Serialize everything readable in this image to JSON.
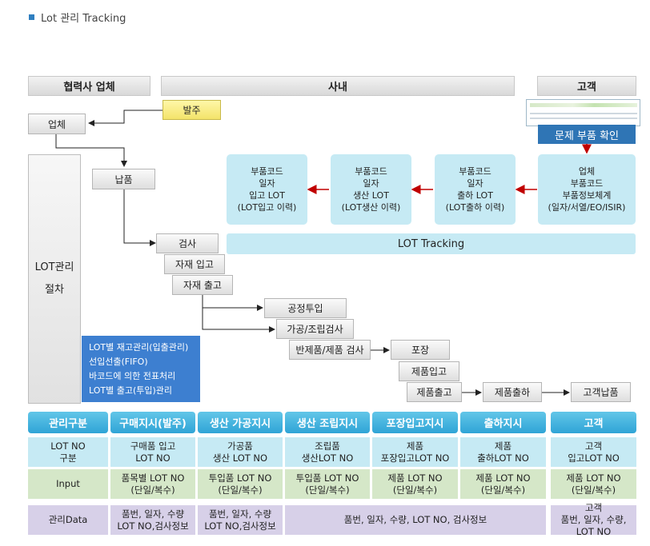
{
  "title": "Lot 관리 Tracking",
  "headers": {
    "partner": "협력사 업체",
    "internal": "사내",
    "customer": "고객"
  },
  "flow": {
    "order": "발주",
    "vendor": "업체",
    "delivery": "납품",
    "inspection": "검사",
    "material_in": "자재 입고",
    "material_out": "자재 출고",
    "process_input": "공정투입",
    "assembly_inspection": "가공/조립검사",
    "semi_product_inspection": "반제품/제품 검사",
    "packing": "포장",
    "product_in": "제품입고",
    "product_out": "제품출고",
    "product_ship": "제품출하",
    "customer_delivery": "고객납품",
    "problem_check": "문제 부품 확인",
    "lot_tracking": "LOT Tracking"
  },
  "lot_procedure": [
    "LOT관리",
    "절차"
  ],
  "info_box": [
    "LOT별 재고관리(입출관리)",
    "선입선출(FIFO)",
    "바코드에 의한 전표처리",
    "LOT별 출고(투입)관리"
  ],
  "trace_boxes": [
    [
      "부품코드",
      "일자",
      "입고 LOT",
      "(LOT입고 이력)"
    ],
    [
      "부품코드",
      "일자",
      "생산 LOT",
      "(LOT생산 이력)"
    ],
    [
      "부품코드",
      "일자",
      "출하 LOT",
      "(LOT출하 이력)"
    ],
    [
      "업체",
      "부품코드",
      "부품정보체계",
      "(일자/서열/EO/ISIR)"
    ]
  ],
  "table": {
    "headers": [
      "관리구분",
      "구매지시(발주)",
      "생산 가공지시",
      "생산 조립지시",
      "포장입고지시",
      "출하지시",
      "고객"
    ],
    "rows": [
      {
        "label": "LOT NO\n구분",
        "cells": [
          "구매품 입고\nLOT NO",
          "가공품\n생산 LOT NO",
          "조립품\n생산LOT NO",
          "제품\n포장입고LOT NO",
          "제품\n출하LOT NO",
          "고객\n입고LOT NO"
        ]
      },
      {
        "label": "Input",
        "cells": [
          "품목별 LOT NO\n(단일/복수)",
          "투입품 LOT NO\n(단일/복수)",
          "투입품 LOT NO\n(단일/복수)",
          "제품 LOT NO\n(단일/복수)",
          "제품 LOT NO\n(단일/복수)",
          "제품 LOT NO\n(단일/복수)"
        ]
      },
      {
        "label": "관리Data",
        "cells": [
          "품번, 일자, 수량\nLOT NO,검사정보",
          "품번, 일자, 수량\nLOT NO,검사정보",
          "품번, 일자, 수량, LOT NO, 검사정보",
          "고객\n품번, 일자, 수량,\nLOT NO"
        ]
      }
    ]
  },
  "colors": {
    "arrow_red": "#c00000",
    "header_blue": "#2fa4d6",
    "cyan_box": "#c6eaf4",
    "blue_box": "#3d7fd0",
    "yellow": "#f3e36a"
  }
}
